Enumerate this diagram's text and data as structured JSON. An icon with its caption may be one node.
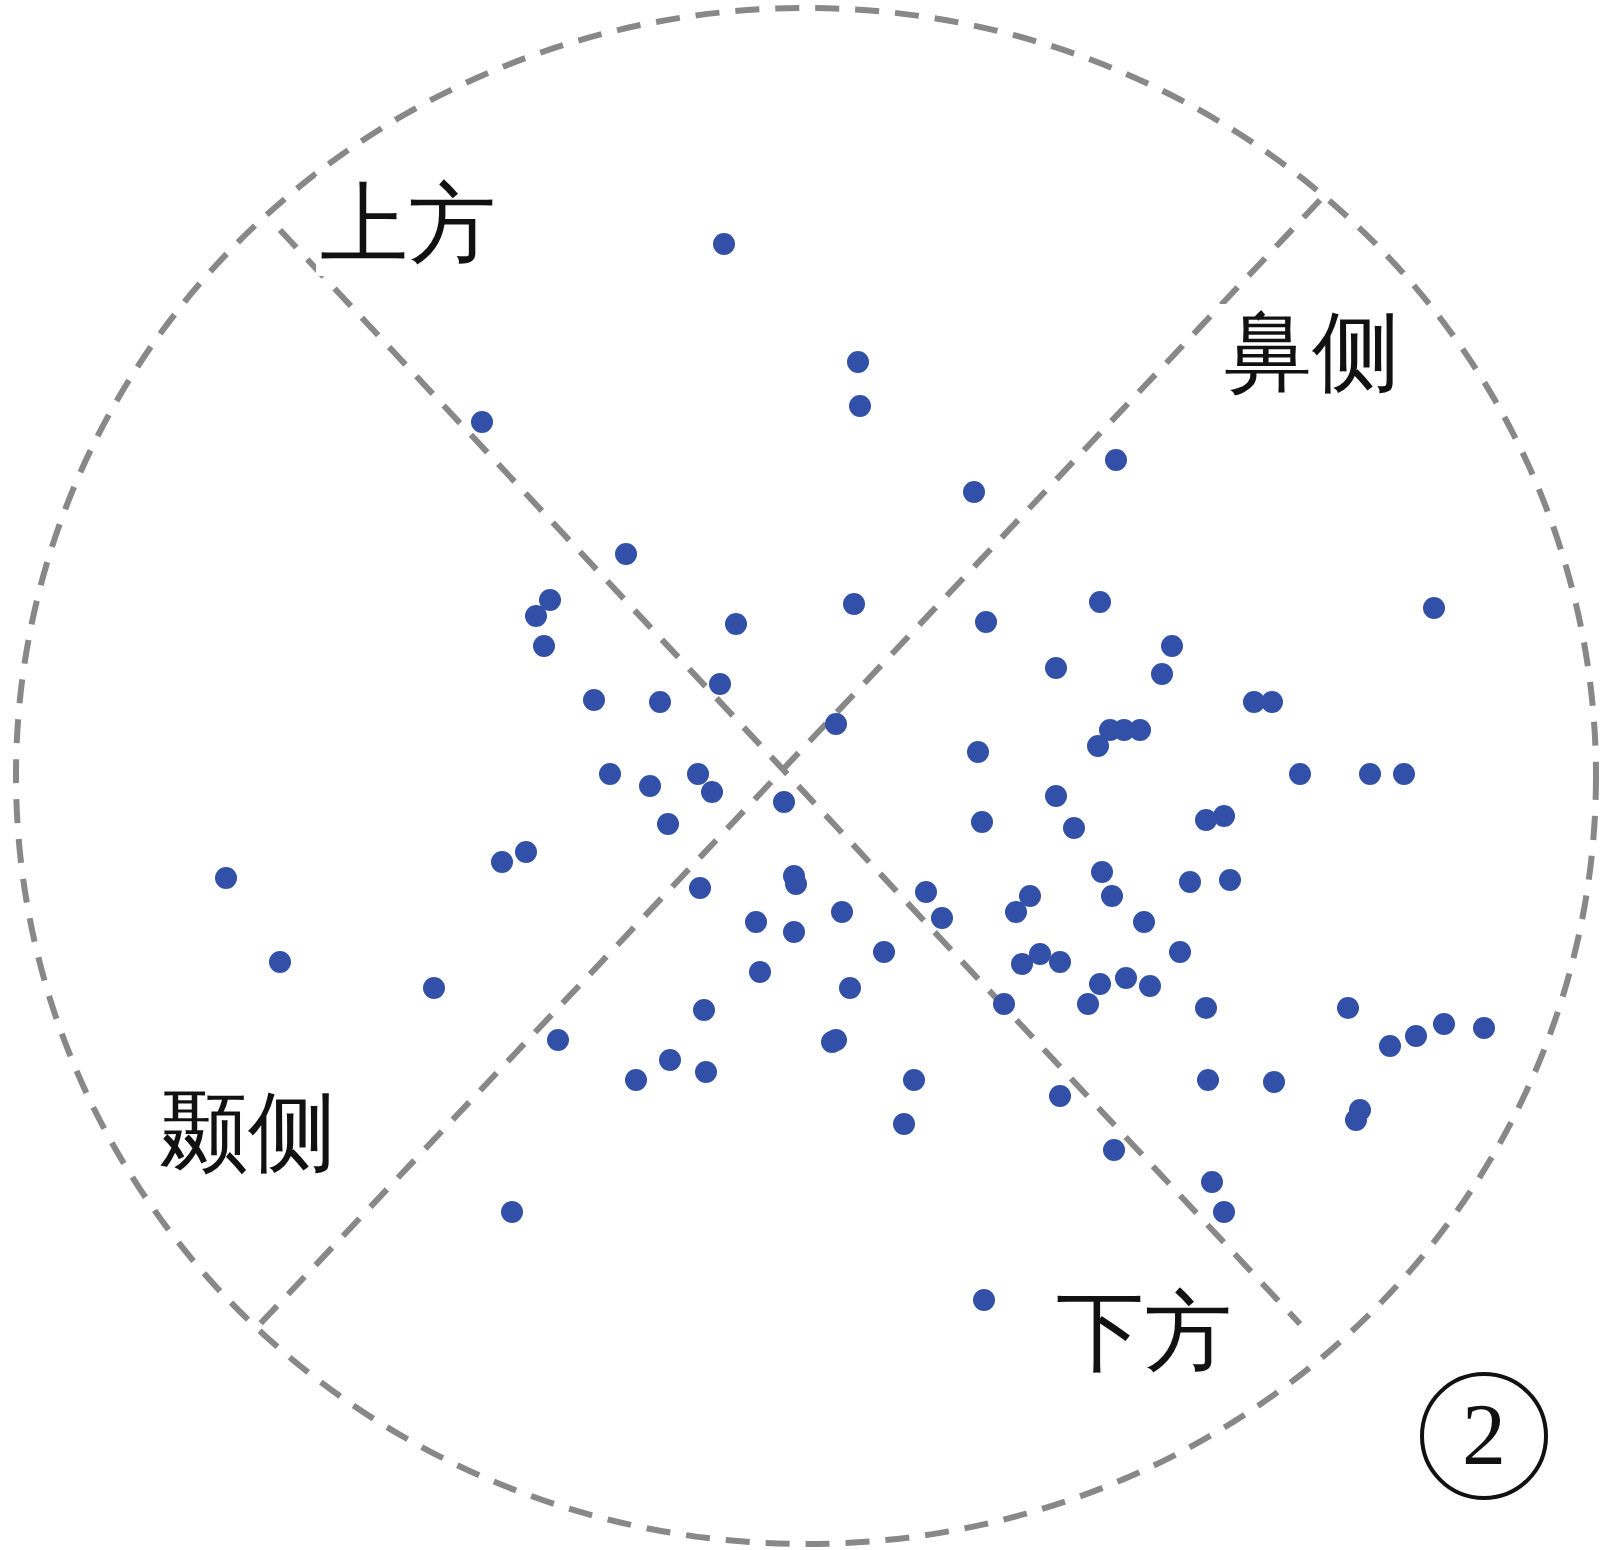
{
  "diagram": {
    "labels": [
      "上方",
      "鼻侧",
      "颞侧",
      "下方",
      "2"
    ]
  }
}
